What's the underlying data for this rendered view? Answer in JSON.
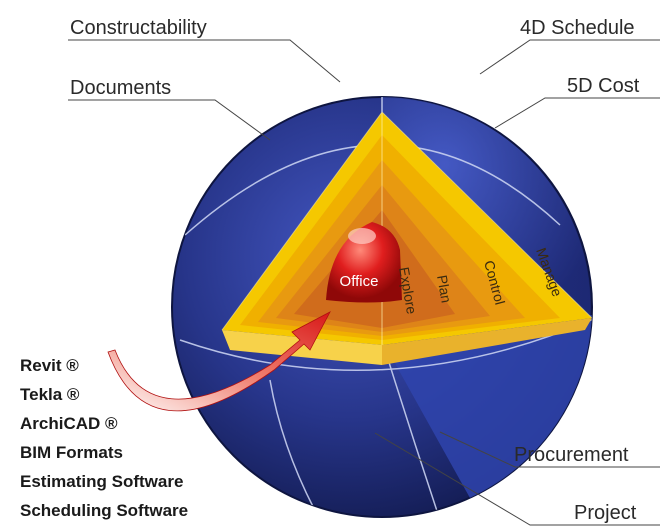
{
  "callouts": {
    "constructability": "Constructability",
    "schedule_4d": "4D Schedule",
    "documents": "Documents",
    "cost_5d": "5D Cost",
    "procurement": "Procurement",
    "project": "Project"
  },
  "core": {
    "office": "Office",
    "layers": [
      "Explore",
      "Plan",
      "Control",
      "Manage"
    ]
  },
  "inputs": [
    "Revit ®",
    "Tekla ®",
    "ArchiCAD ®",
    "BIM Formats",
    "Estimating Software",
    "Scheduling Software"
  ],
  "colors": {
    "sphere_shell": "#23317f",
    "sphere_shell_light": "#3a4cb0",
    "layer_outer": "#f2c200",
    "layer_inner": "#c8641a",
    "core": "#d11a1a",
    "arrow": "#e13a3a"
  }
}
